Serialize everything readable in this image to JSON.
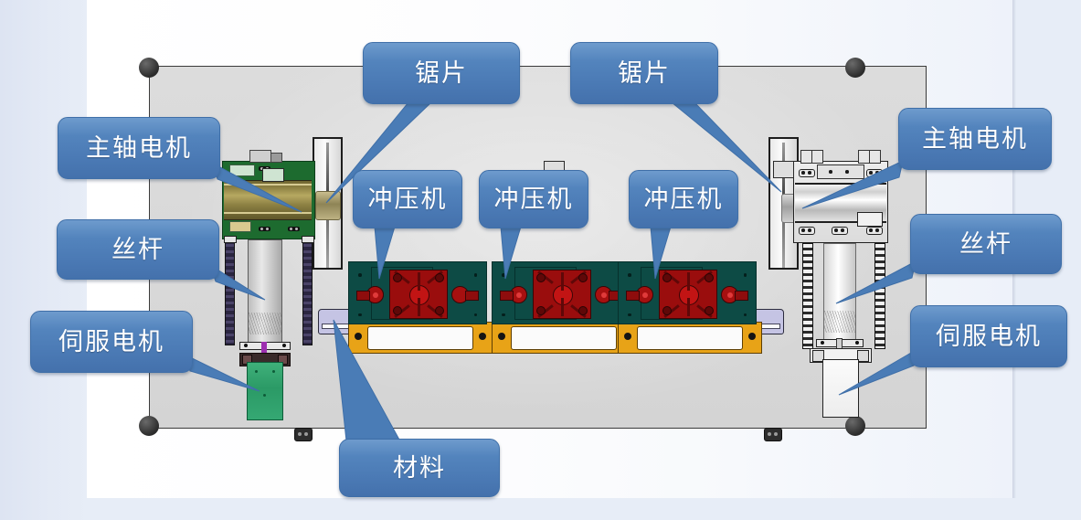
{
  "diagram": {
    "title_text": "",
    "accent_color": "#4A7CB6",
    "machine_body_color": "#D8D8D8",
    "press_color": "#0D4B45",
    "die_color": "#9A0D0D",
    "bolster_color": "#E8A317",
    "servo_left_color": "#2B9A66",
    "callouts": [
      {
        "id": "saw-blade-left",
        "label": "锯片",
        "side": "left"
      },
      {
        "id": "saw-blade-right",
        "label": "锯片",
        "side": "right"
      },
      {
        "id": "spindle-motor-left",
        "label": "主轴电机",
        "side": "left"
      },
      {
        "id": "spindle-motor-right",
        "label": "主轴电机",
        "side": "right"
      },
      {
        "id": "lead-screw-left",
        "label": "丝杆",
        "side": "left"
      },
      {
        "id": "lead-screw-right",
        "label": "丝杆",
        "side": "right"
      },
      {
        "id": "servo-motor-left",
        "label": "伺服电机",
        "side": "left"
      },
      {
        "id": "servo-motor-right",
        "label": "伺服电机",
        "side": "right"
      },
      {
        "id": "press-machine-1",
        "label": "冲压机",
        "side": "top"
      },
      {
        "id": "press-machine-2",
        "label": "冲压机",
        "side": "top"
      },
      {
        "id": "press-machine-3",
        "label": "冲压机",
        "side": "top"
      },
      {
        "id": "material",
        "label": "材料",
        "side": "bottom"
      }
    ]
  }
}
